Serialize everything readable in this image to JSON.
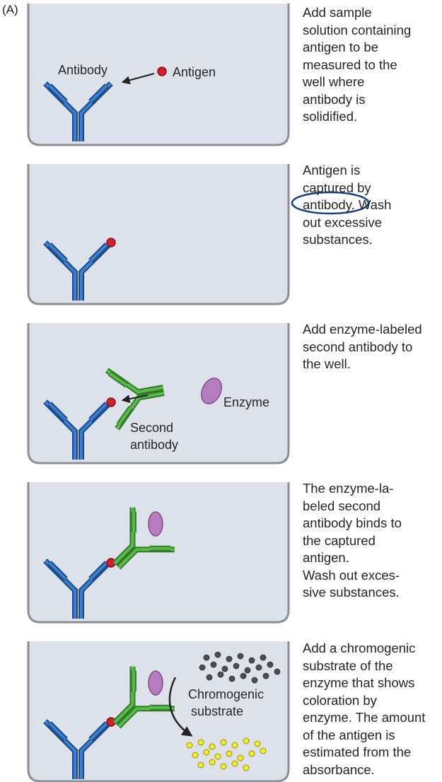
{
  "panel_label": "(A)",
  "labels": {
    "antibody": "Antibody",
    "antigen": "Antigen",
    "enzyme": "Enzyme",
    "second_antibody_line1": "Second",
    "second_antibody_line2": "antibody",
    "chromogenic_line1": "Chromogenic",
    "chromogenic_line2": "substrate"
  },
  "steps": [
    {
      "text": "Add sample\nsolution containing\nantigen to be\nmeasured to the\nwell where\nantibody is\nsolidified."
    },
    {
      "text": "Antigen is\ncaptured by\nantibody. Wash\nout excessive\nsubstances."
    },
    {
      "text": "Add enzyme-labeled\nsecond antibody to\nthe well."
    },
    {
      "text": "The enzyme-la-\nbeled second\nantibody binds to\nthe captured\nantigen.\nWash out exces-\nsive substances."
    },
    {
      "text": "Add a chromogenic\nsubstrate of the\nenzyme that shows\ncoloration by\nenzyme. The amount\nof the antigen is\nestimated from the\nabsorbance."
    }
  ],
  "colors": {
    "well_fill": "#dde2ea",
    "well_stroke": "#8a8f96",
    "antibody_blue": "#2c67b0",
    "second_antibody_green": "#4aa33c",
    "antigen_red": "#d42030",
    "enzyme_purple": "#b57cc0",
    "substrate_gray": "#4a4f55",
    "product_yellow": "#f3ec22",
    "highlight_circle": "#1b3f84"
  }
}
